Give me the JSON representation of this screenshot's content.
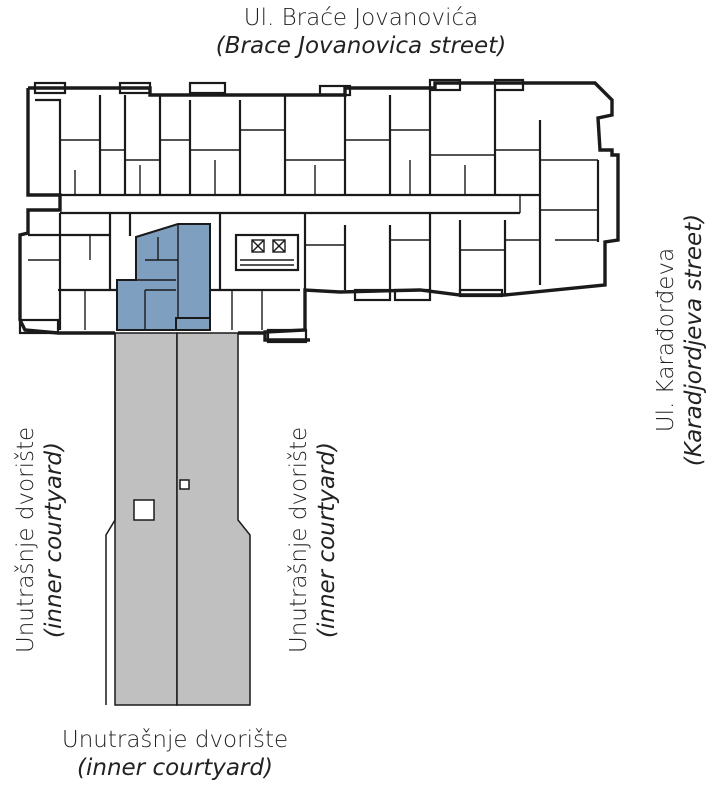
{
  "labels": {
    "top_street": "Ul. Braće Jovanovića",
    "top_street_sub": "(Brace Jovanovica street)",
    "right_street": "Ul. Karađorđeva",
    "right_street_sub": "(Karadjordjeva street)",
    "left_courtyard": "Unutrašnje dvorište",
    "left_courtyard_sub": "(inner courtyard)",
    "mid_courtyard": "Unutrašnje dvorište",
    "mid_courtyard_sub": "(inner courtyard)",
    "bottom_courtyard": "Unutrašnje dvorište",
    "bottom_courtyard_sub": "(inner courtyard)"
  },
  "colors": {
    "highlight_unit": "#7f9fc0",
    "courtyard_fill": "#c0c0c0",
    "wall": "#1a1a1a",
    "background": "#ffffff"
  }
}
